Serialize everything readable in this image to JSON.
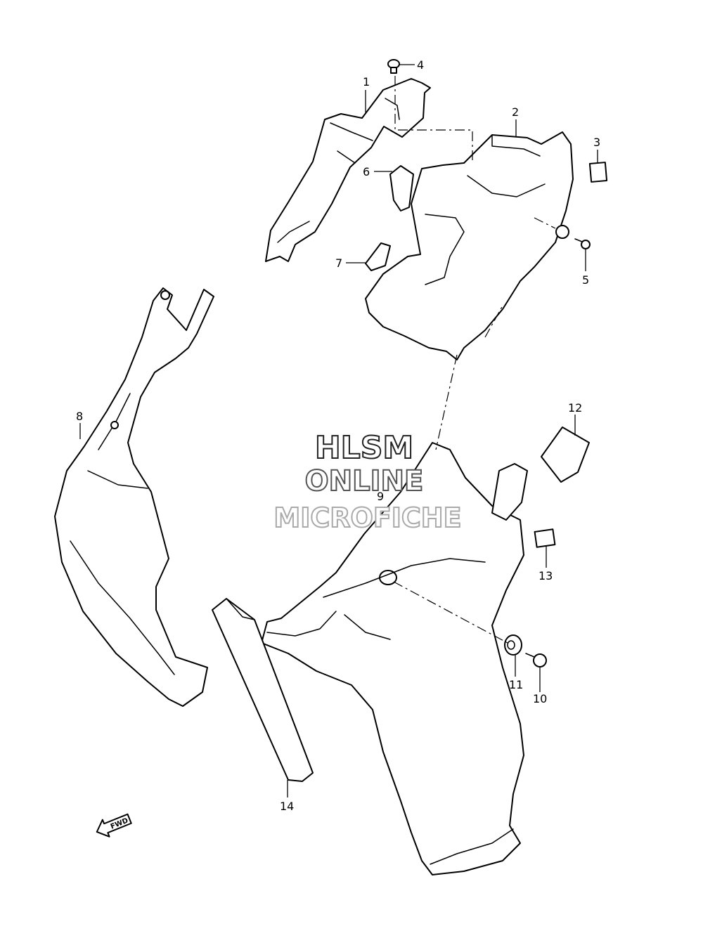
{
  "callouts": [
    "1",
    "2",
    "3",
    "4",
    "5",
    "6",
    "7",
    "8",
    "9",
    "10",
    "11",
    "12",
    "13",
    "14"
  ],
  "watermark": {
    "line1": "HLSM",
    "line2": "ONLINE",
    "line3": "MICROFICHE"
  },
  "fwd_label": "FWD"
}
